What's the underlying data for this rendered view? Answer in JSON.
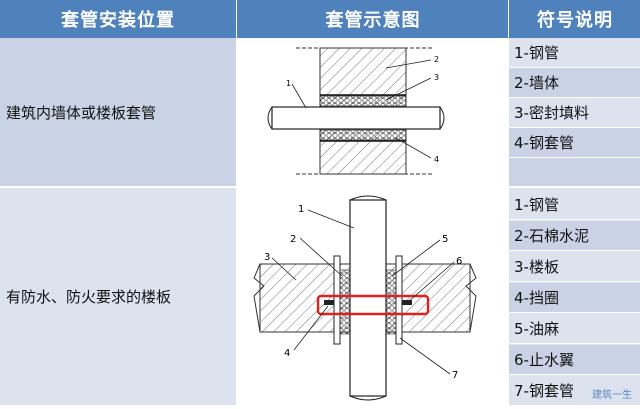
{
  "header": {
    "col_position": "套管安装位置",
    "col_diagram": "套管示意图",
    "col_legend": "符号说明"
  },
  "rows": [
    {
      "position": "建筑内墙体或楼板套管",
      "legend": [
        "1-钢管",
        "2-墙体",
        "3-密封填料",
        "4-钢套管"
      ],
      "diagram_labels": [
        "1",
        "2",
        "3",
        "4"
      ]
    },
    {
      "position": "有防水、防火要求的楼板",
      "legend": [
        "1-钢管",
        "2-石棉水泥",
        "3-楼板",
        "4-挡圈",
        "5-油麻",
        "6-止水翼",
        "7-钢套管"
      ],
      "diagram_labels": [
        "1",
        "2",
        "3",
        "4",
        "5",
        "6",
        "7"
      ]
    }
  ],
  "watermark": "建筑一生",
  "colors": {
    "header_bg": "#4f81bd",
    "row_bg_1": "#c9d3e5",
    "row_bg_2": "#dce3ef",
    "highlight": "#e02020"
  }
}
